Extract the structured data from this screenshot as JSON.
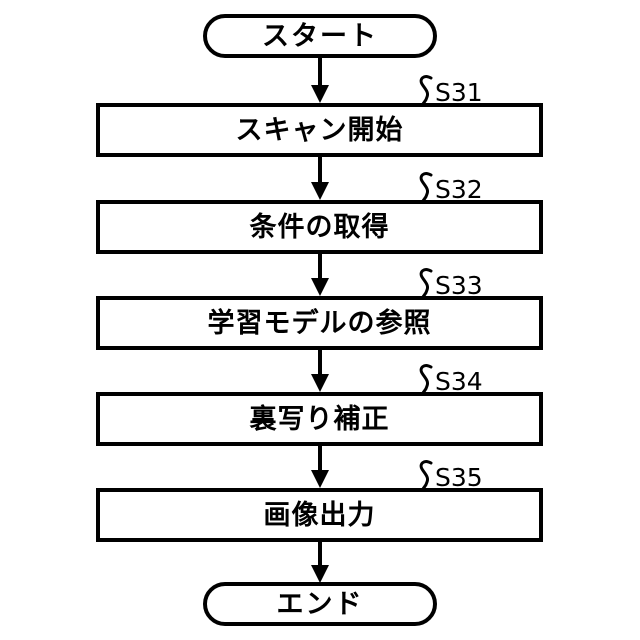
{
  "diagram": {
    "type": "flowchart",
    "orientation": "vertical",
    "title": "",
    "start_node": {
      "label": "スタート",
      "shape": "stadium"
    },
    "end_node": {
      "label": "エンド",
      "shape": "stadium"
    },
    "steps": [
      {
        "step_id": "S31",
        "label": "スキャン開始"
      },
      {
        "step_id": "S32",
        "label": "条件の取得"
      },
      {
        "step_id": "S33",
        "label": "学習モデルの参照"
      },
      {
        "step_id": "S34",
        "label": "裏写り補正"
      },
      {
        "step_id": "S35",
        "label": "画像出力"
      }
    ],
    "colors": {
      "stroke": "#000000",
      "fill": "#ffffff",
      "text": "#000000"
    }
  }
}
